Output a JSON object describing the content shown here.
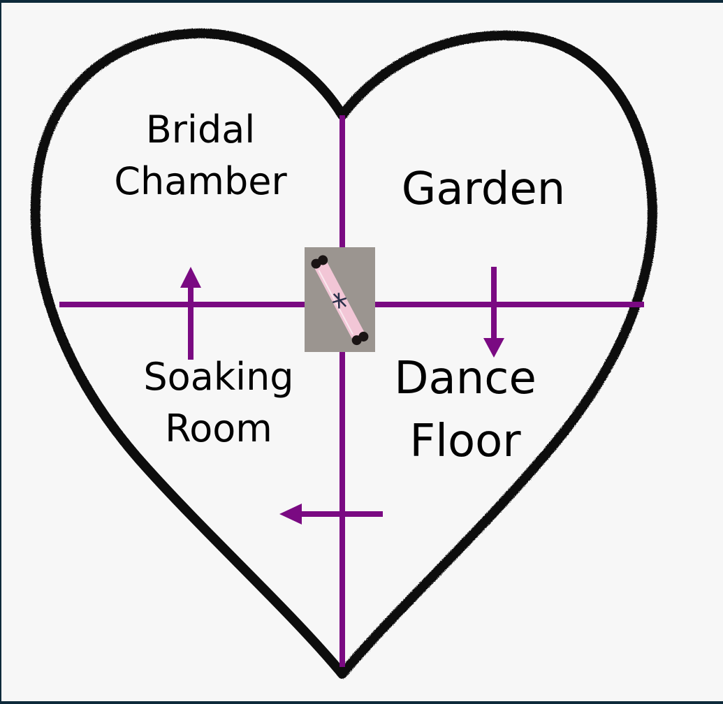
{
  "diagram": {
    "quadrants": {
      "top_left": {
        "lines": [
          "Bridal",
          "Chamber"
        ]
      },
      "top_right": {
        "lines": [
          "Garden"
        ]
      },
      "bottom_left": {
        "lines": [
          "Soaking",
          "Room"
        ]
      },
      "bottom_right": {
        "lines": [
          "Dance",
          "Floor"
        ]
      }
    },
    "center_image": "rolled-scroll-with-ribbon",
    "colors": {
      "background": "#0e2a3a",
      "frame": "#f7f7f7",
      "heart_outline": "#111111",
      "axis": "#7a0a82",
      "text": "#000000",
      "scroll_backdrop": "#9b9590",
      "scroll_paper": "#f2c6d6",
      "scroll_knob": "#1a1414"
    },
    "icons": {
      "up_arrow": "arrow-up-icon",
      "down_arrow": "arrow-down-icon",
      "left_arrow": "arrow-left-icon"
    }
  }
}
